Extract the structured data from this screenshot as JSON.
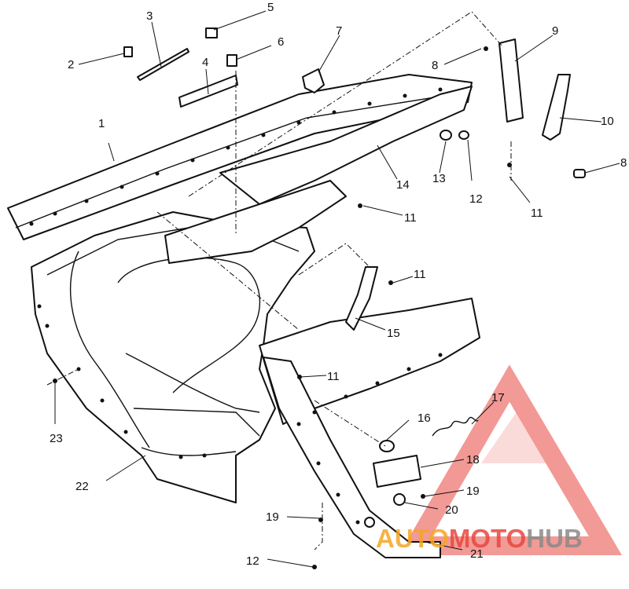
{
  "callouts": [
    {
      "id": "c1",
      "text": "1"
    },
    {
      "id": "c2",
      "text": "2"
    },
    {
      "id": "c3",
      "text": "3"
    },
    {
      "id": "c4",
      "text": "4"
    },
    {
      "id": "c5",
      "text": "5"
    },
    {
      "id": "c6",
      "text": "6"
    },
    {
      "id": "c7",
      "text": "7"
    },
    {
      "id": "c8a",
      "text": "8"
    },
    {
      "id": "c9",
      "text": "9"
    },
    {
      "id": "c10",
      "text": "10"
    },
    {
      "id": "c8b",
      "text": "8"
    },
    {
      "id": "c14",
      "text": "14"
    },
    {
      "id": "c13",
      "text": "13"
    },
    {
      "id": "c12a",
      "text": "12"
    },
    {
      "id": "c11a",
      "text": "11"
    },
    {
      "id": "c11b",
      "text": "11"
    },
    {
      "id": "c11c",
      "text": "11"
    },
    {
      "id": "c15",
      "text": "15"
    },
    {
      "id": "c11d",
      "text": "11"
    },
    {
      "id": "c23",
      "text": "23"
    },
    {
      "id": "c16",
      "text": "16"
    },
    {
      "id": "c17",
      "text": "17"
    },
    {
      "id": "c18",
      "text": "18"
    },
    {
      "id": "c22",
      "text": "22"
    },
    {
      "id": "c19a",
      "text": "19"
    },
    {
      "id": "c20",
      "text": "20"
    },
    {
      "id": "c19b",
      "text": "19"
    },
    {
      "id": "c21",
      "text": "21"
    },
    {
      "id": "c12b",
      "text": "12"
    }
  ],
  "watermark": {
    "part1": "AUTO",
    "part2": "MOTO",
    "part3": "HUB",
    "color_orange": "#f5a623",
    "color_red": "#e8473f",
    "color_gray": "#8a8a8a"
  }
}
